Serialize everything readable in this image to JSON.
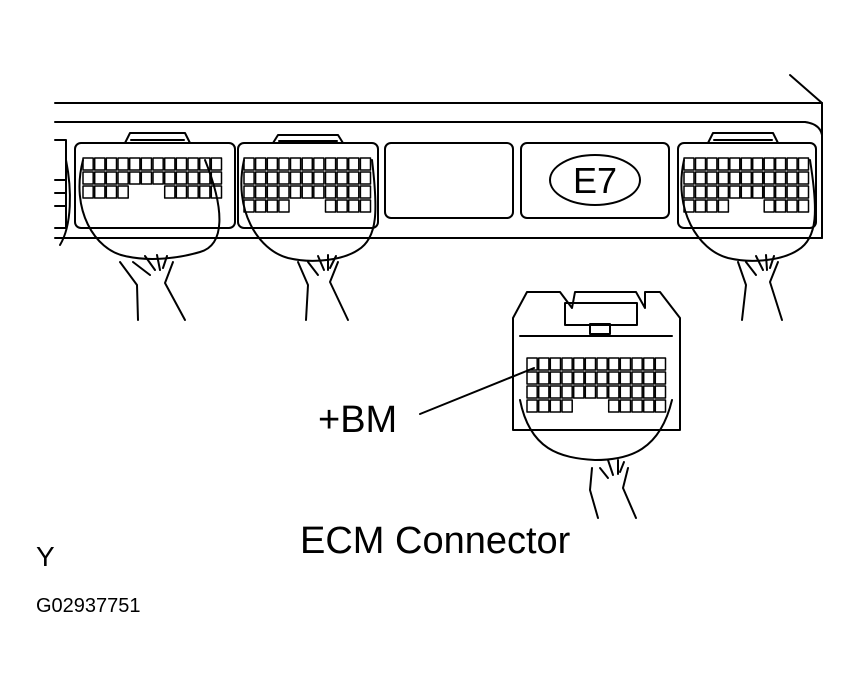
{
  "labels": {
    "connector_code": "E7",
    "terminal": "+BM",
    "title": "ECM Connector",
    "corner_letter": "Y",
    "figure_id": "G02937751"
  },
  "colors": {
    "line": "#000000",
    "background": "#ffffff"
  }
}
